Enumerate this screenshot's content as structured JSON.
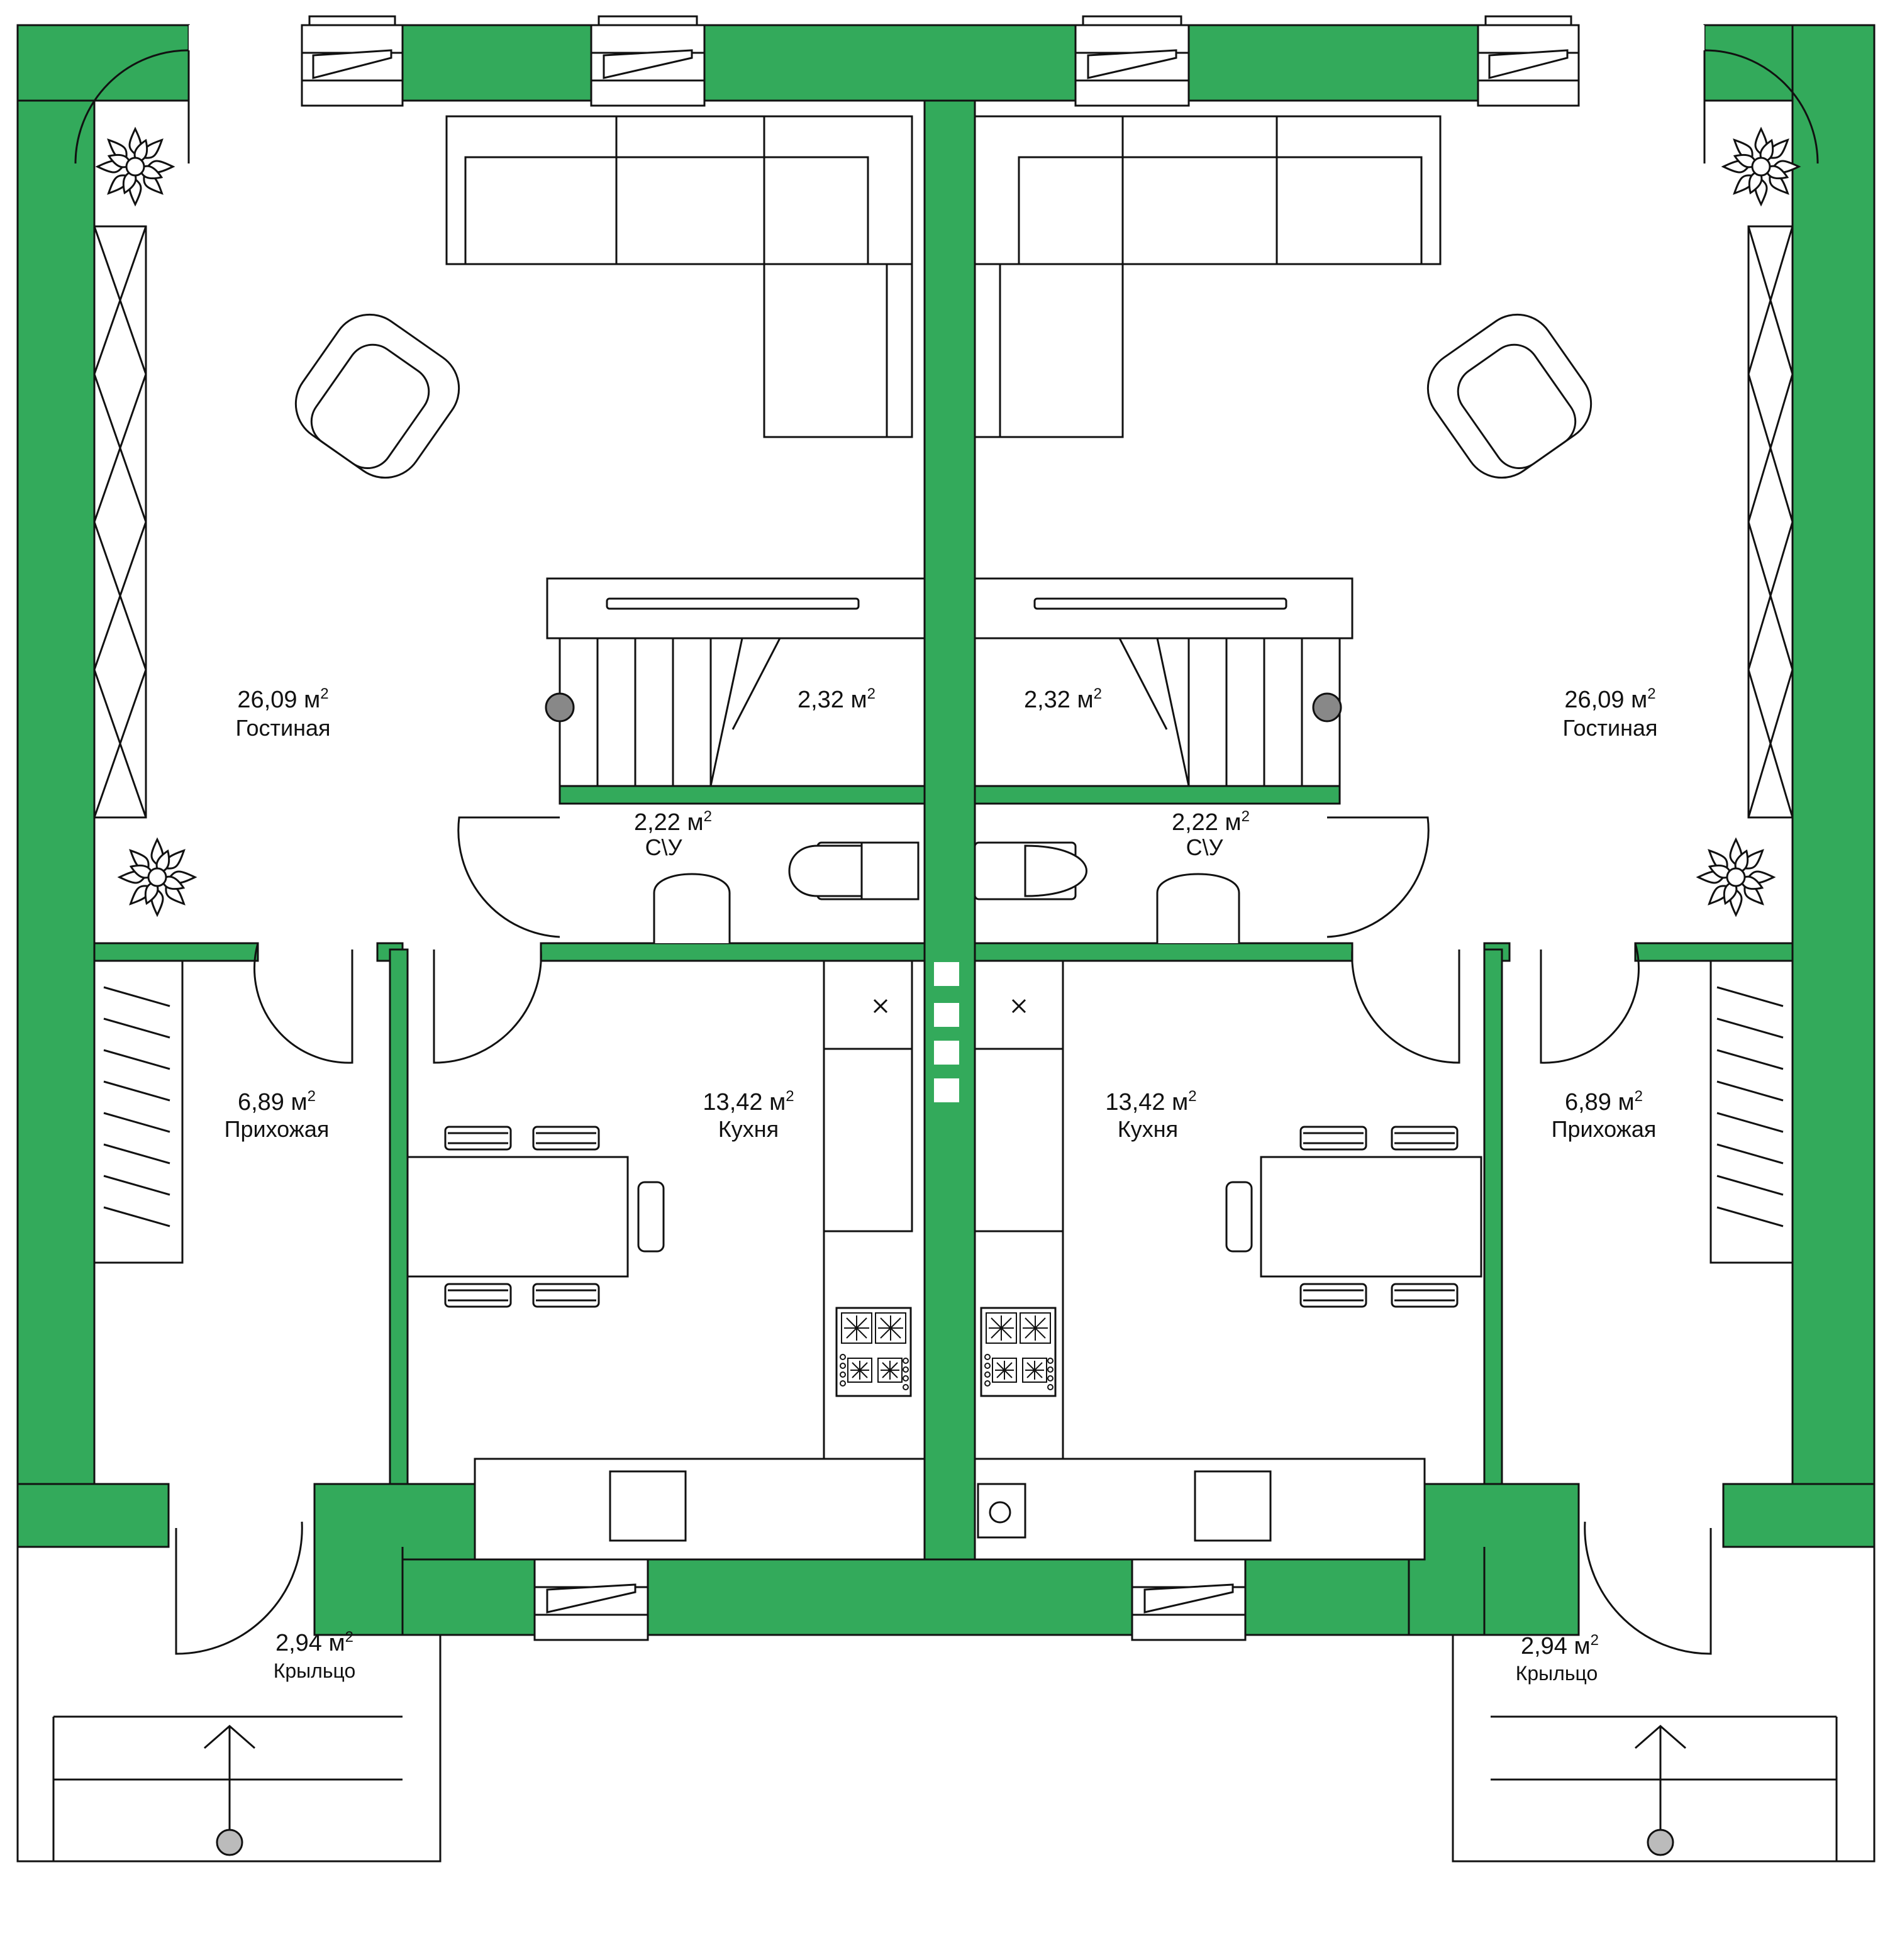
{
  "plan": {
    "wall_color": "#33aa5b",
    "line_color": "#111111",
    "column_fill": "#888888",
    "units": [
      {
        "side": "left",
        "rooms": [
          {
            "id": "living",
            "area": "26,09 м",
            "sup": "2",
            "name": "Гостиная"
          },
          {
            "id": "stair",
            "area": "2,32 м",
            "sup": "2",
            "name": ""
          },
          {
            "id": "wc",
            "area": "2,22 м",
            "sup": "2",
            "name": "С\\У"
          },
          {
            "id": "hall",
            "area": "6,89 м",
            "sup": "2",
            "name": "Прихожая"
          },
          {
            "id": "kitchen",
            "area": "13,42 м",
            "sup": "2",
            "name": "Кухня"
          },
          {
            "id": "porch",
            "area": "2,94 м",
            "sup": "2",
            "name": "Крыльцо"
          }
        ]
      },
      {
        "side": "right",
        "rooms": [
          {
            "id": "living",
            "area": "26,09 м",
            "sup": "2",
            "name": "Гостиная"
          },
          {
            "id": "stair",
            "area": "2,32 м",
            "sup": "2",
            "name": ""
          },
          {
            "id": "wc",
            "area": "2,22 м",
            "sup": "2",
            "name": "С\\У"
          },
          {
            "id": "hall",
            "area": "6,89 м",
            "sup": "2",
            "name": "Прихожая"
          },
          {
            "id": "kitchen",
            "area": "13,42 м",
            "sup": "2",
            "name": "Кухня"
          },
          {
            "id": "porch",
            "area": "2,94 м",
            "sup": "2",
            "name": "Крыльцо"
          }
        ]
      }
    ],
    "icons": [
      "window-icon",
      "door-icon",
      "sofa-icon",
      "armchair-icon",
      "plant-icon",
      "wardrobe-icon",
      "staircase-icon",
      "toilet-icon",
      "washbasin-icon",
      "dining-table-icon",
      "chair-icon",
      "stove-icon",
      "kitchen-sink-icon",
      "boiler-icon",
      "column-icon",
      "entry-arrow-icon"
    ]
  }
}
